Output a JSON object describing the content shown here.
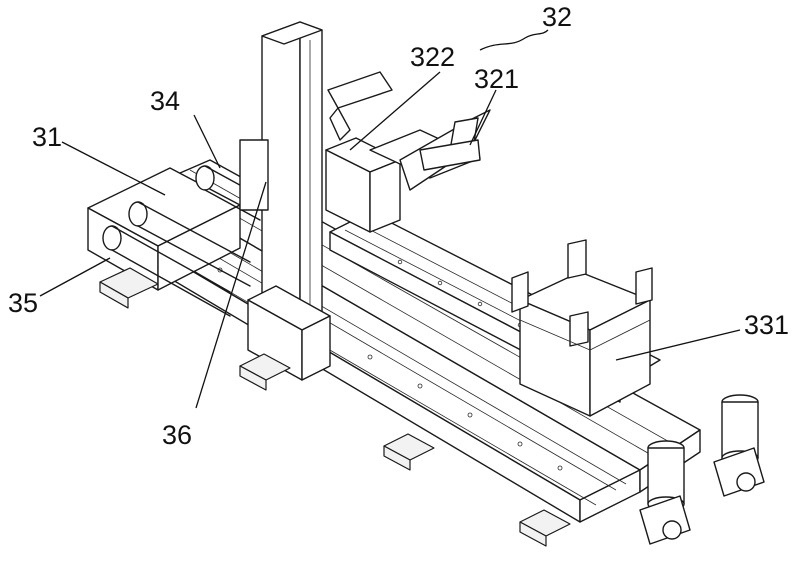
{
  "labels": {
    "l32": "32",
    "l322": "322",
    "l321": "321",
    "l34": "34",
    "l31": "31",
    "l35": "35",
    "l36": "36",
    "l331": "331"
  }
}
